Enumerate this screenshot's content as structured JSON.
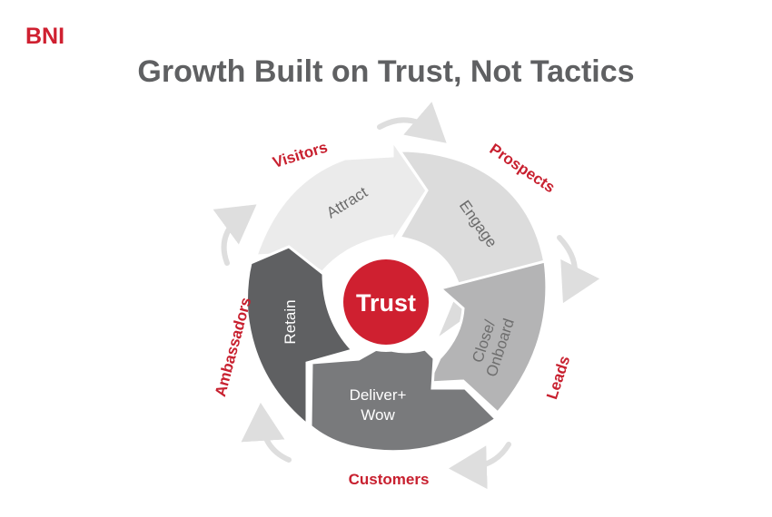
{
  "brand": {
    "logo": "BNI",
    "accent_color": "#cf2030"
  },
  "title": "Growth Built on Trust, Not Tactics",
  "center": {
    "label": "Trust",
    "color": "#cf2030"
  },
  "stages": [
    {
      "label": "Attract",
      "fill": "#ebebeb",
      "text_color": "#6b6b6b"
    },
    {
      "label": "Engage",
      "fill": "#dcdcdc",
      "text_color": "#6b6b6b"
    },
    {
      "label": "Close/",
      "label2": "Onboard",
      "fill": "#b4b4b5",
      "text_color": "#6e6e6e"
    },
    {
      "label": "Deliver+",
      "label2": "Wow",
      "fill": "#797a7c",
      "text_color": "#ffffff"
    },
    {
      "label": "Retain",
      "fill": "#5f6062",
      "text_color": "#ffffff"
    }
  ],
  "outer_labels": {
    "visitors": "Visitors",
    "prospects": "Prospects",
    "leads": "Leads",
    "customers": "Customers",
    "ambassadors": "Ambassadors"
  },
  "cycle_arrow_color": "#dedede"
}
